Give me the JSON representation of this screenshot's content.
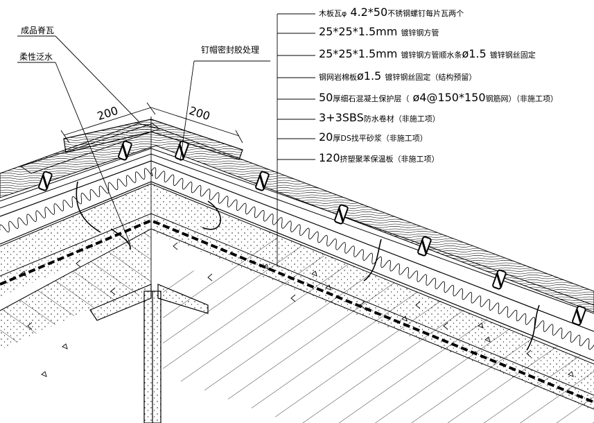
{
  "left_labels": {
    "ridge_tile": "成品脊瓦",
    "flashing": "柔性泛水"
  },
  "nail_cap_note": "钉帽密封胶处理",
  "dimensions": {
    "left": "200",
    "right": "200"
  },
  "layers": [
    {
      "a": "木板瓦φ",
      "b": "4.2*50",
      "c": "不锈钢螺钉每片瓦两个",
      "d": "",
      "e": ""
    },
    {
      "a": "",
      "b": "25*25*1.5mm",
      "c": "镀锌钢方管",
      "d": "",
      "e": ""
    },
    {
      "a": "",
      "b": "25*25*1.5mm",
      "c": "镀锌钢方管顺水条",
      "d": "ø1.5",
      "e": "镀锌钢丝固定"
    },
    {
      "a": "钢网岩棉板",
      "b": "ø1.5",
      "c": "镀锌钢丝固定（结构预留）",
      "d": "",
      "e": ""
    },
    {
      "a": "",
      "b": "50",
      "c": "厚细石混凝土保护层（",
      "d": "ø4@150*150",
      "e": "钢筋网）（非施工项）"
    },
    {
      "a": "",
      "b": "3+3SBS",
      "c": "防水卷材（非施工项）",
      "d": "",
      "e": ""
    },
    {
      "a": "",
      "b": "20",
      "c": "厚DS找平砂浆（非施工项）",
      "d": "",
      "e": ""
    },
    {
      "a": "",
      "b": "120",
      "c": "挤塑聚苯保温板（非施工项）",
      "d": "",
      "e": ""
    }
  ],
  "colors": {
    "line": "#000000",
    "background": "#ffffff"
  }
}
